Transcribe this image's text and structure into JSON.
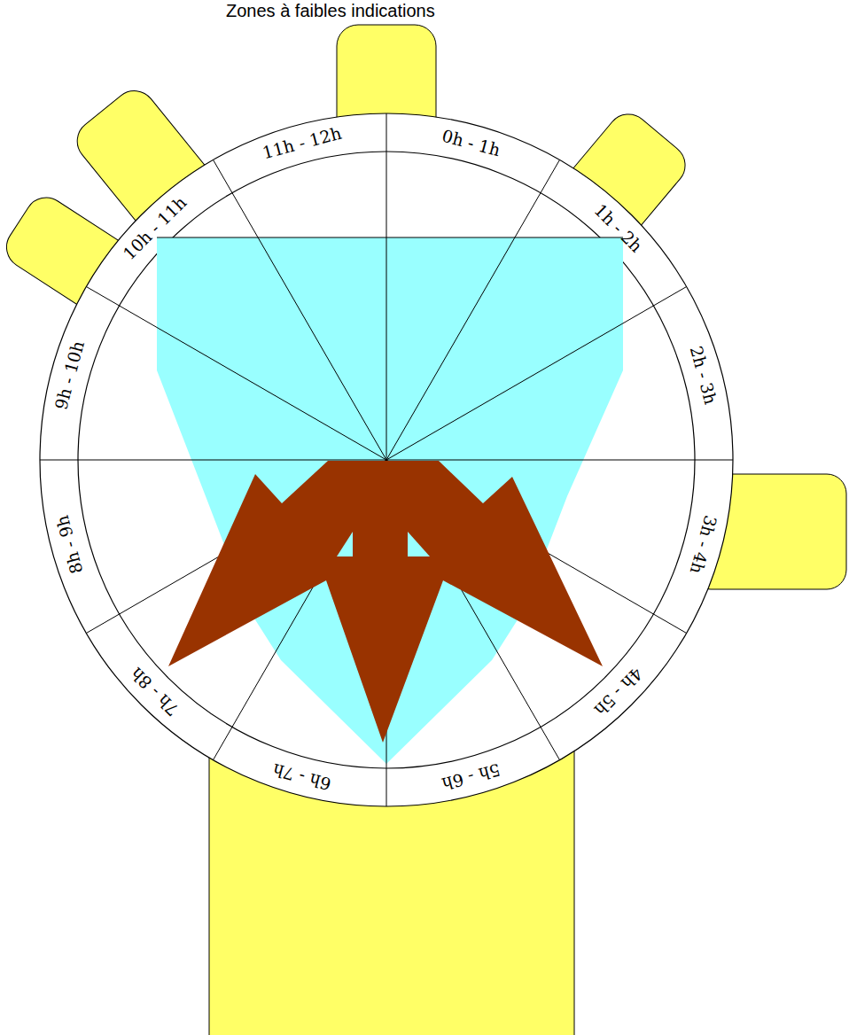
{
  "diagram": {
    "title": "Zones à faibles indications",
    "labels": [
      "0h - 1h",
      "1h - 2h",
      "2h - 3h",
      "3h - 4h",
      "4h - 5h",
      "5h - 6h",
      "6h - 7h",
      "7h - 8h",
      "8h - 9h",
      "9h - 10h",
      "10h - 11h",
      "11h - 12h"
    ]
  }
}
